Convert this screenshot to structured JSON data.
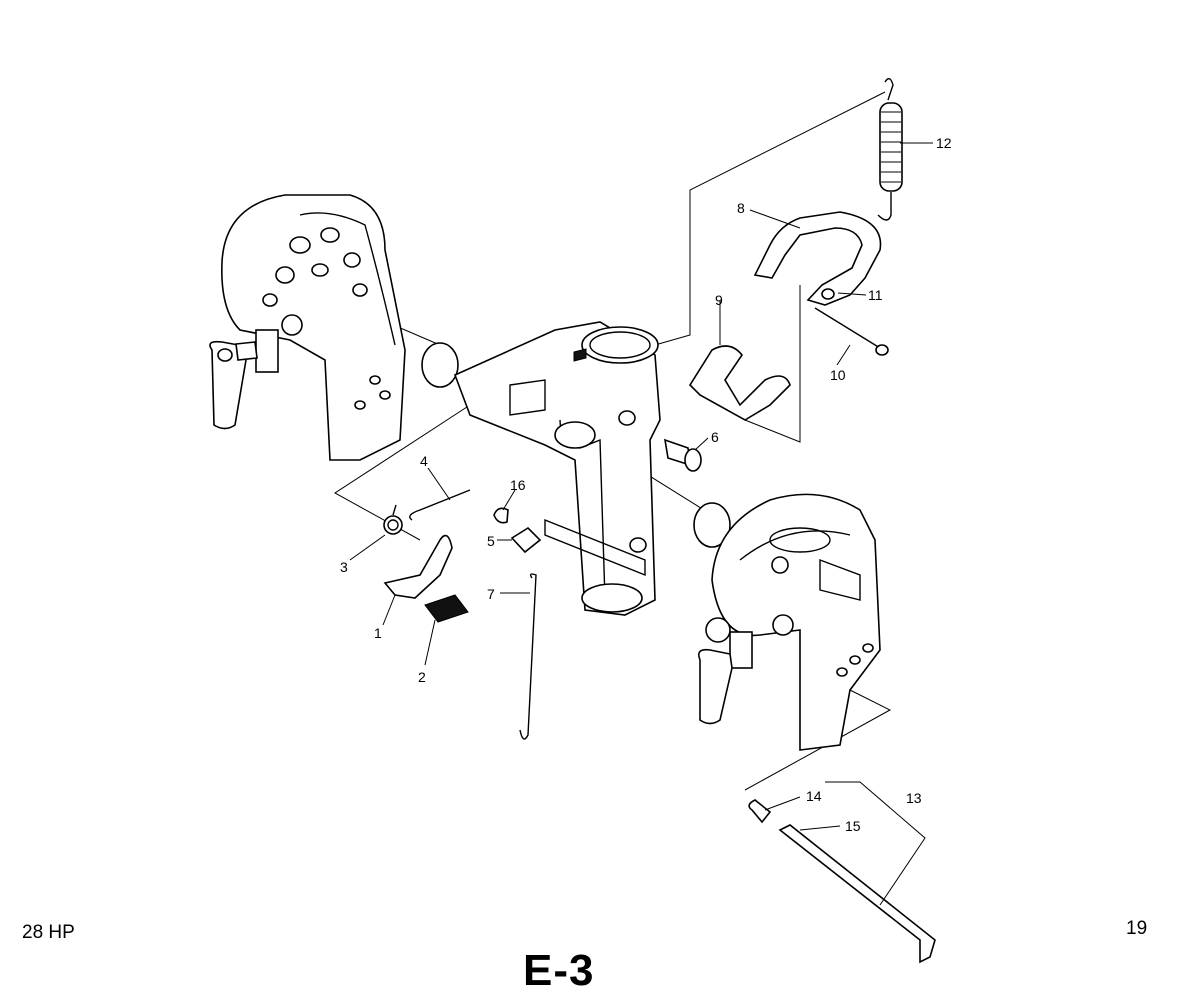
{
  "diagram": {
    "callouts": [
      "1",
      "2",
      "3",
      "4",
      "5",
      "6",
      "7",
      "8",
      "9",
      "10",
      "11",
      "12",
      "13",
      "14",
      "15",
      "16"
    ]
  },
  "footer": {
    "model": "28 HP",
    "section": "E-3",
    "page_number": "19"
  }
}
